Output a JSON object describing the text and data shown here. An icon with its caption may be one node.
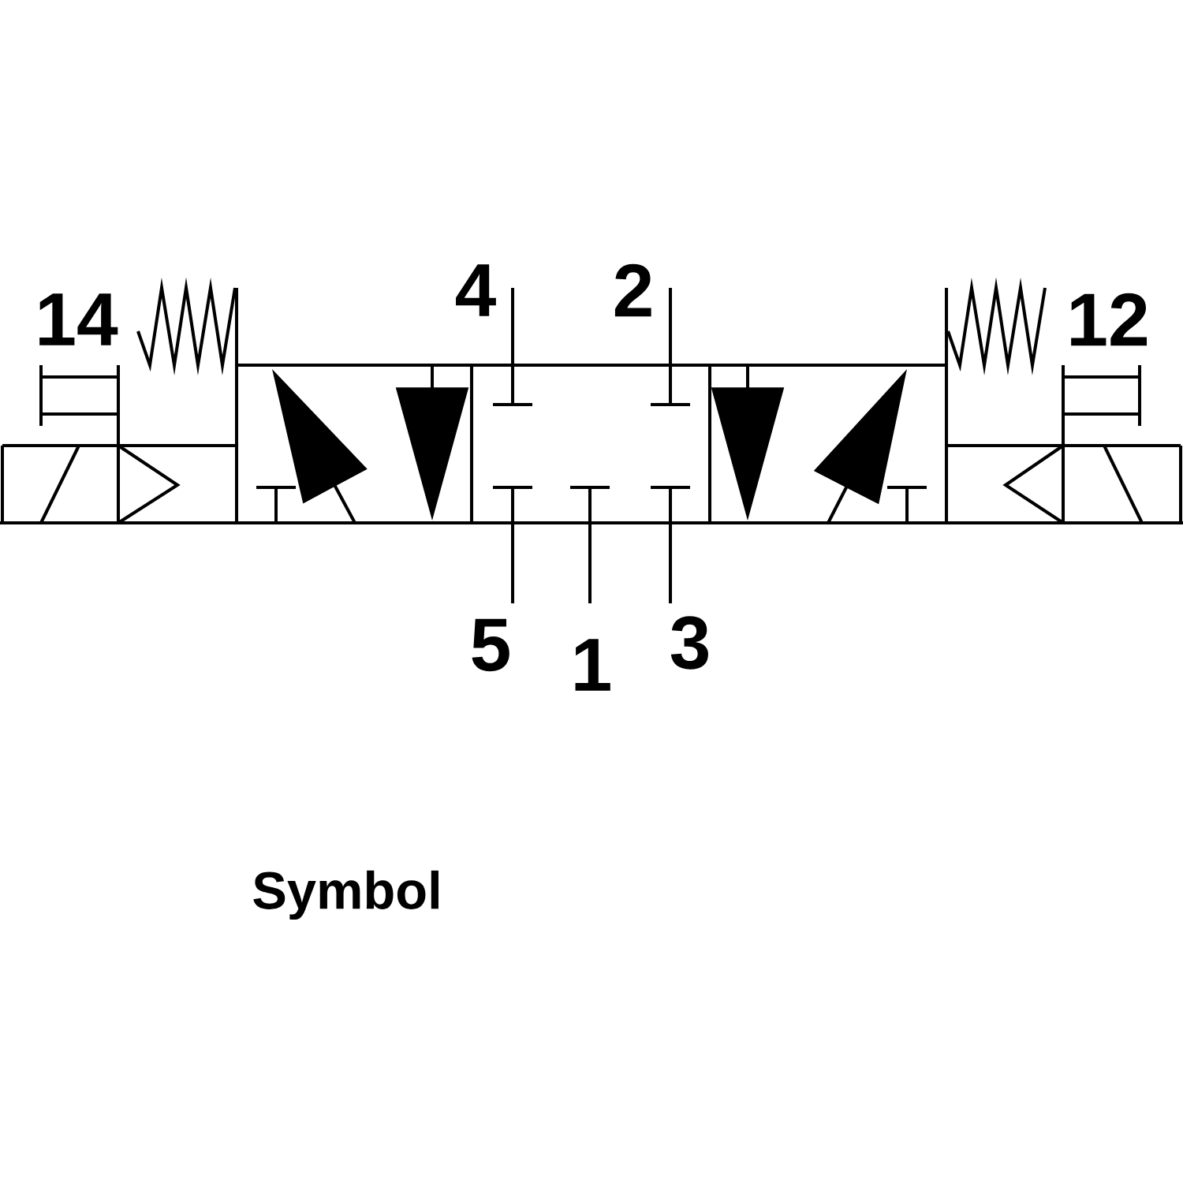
{
  "diagram": {
    "caption": "Symbol",
    "labels": [
      "14",
      "4",
      "2",
      "12",
      "5",
      "1",
      "3"
    ]
  }
}
